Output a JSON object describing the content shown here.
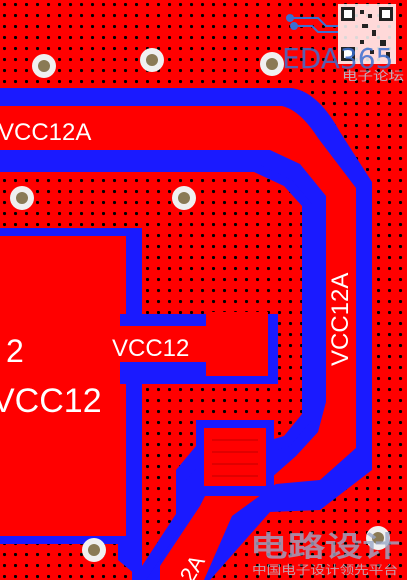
{
  "colors": {
    "copper": "#ff0000",
    "clearance": "#1a1aff",
    "via_hole": "#000000",
    "pad_ring": "#f0f0f0",
    "pad_center": "#8a7a55",
    "silk": "#ffffff",
    "watermark_blue": "#3b6fd1",
    "watermark_gray": "#b9c2d4"
  },
  "labels": {
    "vcc12a_top": "VCC12A",
    "vcc12a_side": "VCC12A",
    "vcc12_left": "VCC12",
    "vcc12_trace": "VCC12",
    "ref_number": "2",
    "cut_bottom": "2A"
  },
  "watermark": {
    "logo": "EDA365",
    "logo_tagline": "电子论坛",
    "bottom_logo": "电路设计",
    "bottom_tagline": "中国电子设计领先平台"
  }
}
